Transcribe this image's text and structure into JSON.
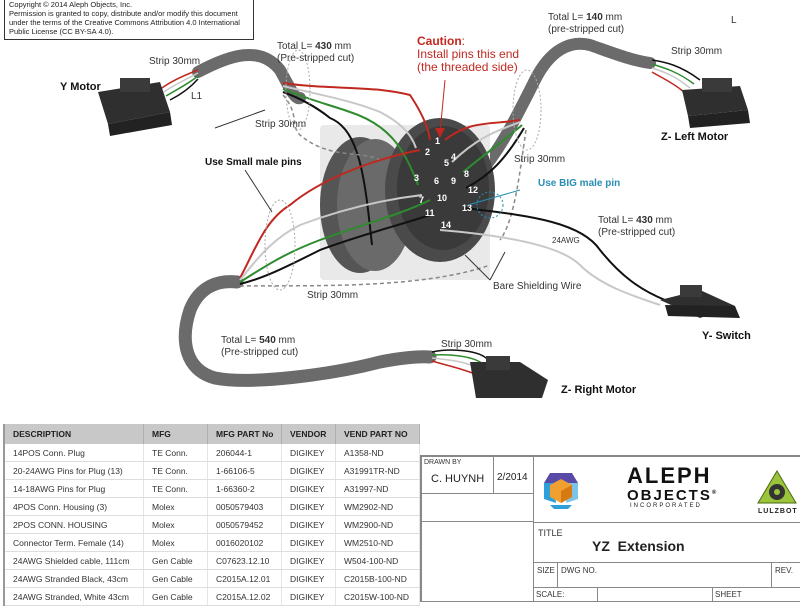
{
  "copyright": {
    "lines": [
      "Copyright © 2014 Aleph Objects, Inc.",
      "Permission is granted to copy, distribute and/or modify this document",
      "under the terms of the Creative Commons Attribution 4.0 International",
      "Public License (CC BY-SA 4.0)."
    ]
  },
  "connectors": {
    "y_motor": "Y Motor",
    "z_left_motor": "Z- Left Motor",
    "y_switch": "Y- Switch",
    "z_right_motor": "Z- Right Motor"
  },
  "annotations": {
    "strip": "Strip 30mm",
    "l1": "L1",
    "l_mark": "L",
    "total_prefix": "Total L= ",
    "mm_suffix": " mm",
    "len_y_motor": "430",
    "len_z_left": "140",
    "len_y_switch": "430",
    "len_z_right": "540",
    "pre_stripped": "(Pre-stripped cut)",
    "pre_stripped_lower": "(pre-stripped cut)",
    "caution_title": "Caution",
    "caution_colon": ":",
    "caution_line1": "Install pins this end",
    "caution_line2": "(the threaded side)",
    "small_pins": "Use Small male pins",
    "big_pin": "Use BIG male pin",
    "awg": "24AWG",
    "shielding": "Bare Shielding Wire"
  },
  "pins": [
    "1",
    "2",
    "3",
    "4",
    "5",
    "6",
    "7",
    "8",
    "9",
    "10",
    "11",
    "12",
    "13",
    "14"
  ],
  "wire_colors": {
    "red": "#c0281f",
    "white": "#c8c8c8",
    "green": "#2e8b2e",
    "black": "#111111",
    "cable": "#6b6b6b",
    "shield": "#888888",
    "caution": "#c0281f",
    "big_pin": "#2a8db3"
  },
  "bom": {
    "headers": [
      "DESCRIPTION",
      "MFG",
      "MFG PART No",
      "VENDOR",
      "VEND PART NO"
    ],
    "rows": [
      [
        "14POS Conn. Plug",
        "TE Conn.",
        "206044-1",
        "DIGIKEY",
        "A1358-ND"
      ],
      [
        "20-24AWG Pins for Plug (13)",
        "TE Conn.",
        "1-66106-5",
        "DIGIKEY",
        "A31991TR-ND"
      ],
      [
        "14-18AWG Pins for Plug",
        "TE Conn.",
        "1-66360-2",
        "DIGIKEY",
        "A31997-ND"
      ],
      [
        "4POS Conn. Housing (3)",
        "Molex",
        "0050579403",
        "DIGIKEY",
        "WM2902-ND"
      ],
      [
        "2POS CONN. HOUSING",
        "Molex",
        "0050579452",
        "DIGIKEY",
        "WM2900-ND"
      ],
      [
        "Connector Term. Female (14)",
        "Molex",
        "0016020102",
        "DIGIKEY",
        "WM2510-ND"
      ],
      [
        "24AWG Shielded cable, 111cm",
        "Gen Cable",
        "C07623.12.10",
        "DIGIKEY",
        "W504-100-ND"
      ],
      [
        "24AWG Stranded Black, 43cm",
        "Gen Cable",
        "C2015A.12.01",
        "DIGIKEY",
        "C2015B-100-ND"
      ],
      [
        "24AWG Stranded, White 43cm",
        "Gen Cable",
        "C2015A.12.02",
        "DIGIKEY",
        "C2015W-100-ND"
      ]
    ]
  },
  "title_block": {
    "drawn_by_label": "DRAWN BY",
    "drawn_by": "C. HUYNH",
    "date": "2/2014",
    "company_line1": "ALEPH",
    "company_line2": "OBJECTS",
    "company_reg": "®",
    "company_line3": "INCORPORATED",
    "brand": "LULZBOT",
    "title_label": "TITLE",
    "title": "YZ  Extension",
    "size_label": "SIZE",
    "dwg_label": "DWG NO.",
    "rev_label": "REV.",
    "scale_label": "SCALE:",
    "sheet_label": "SHEET"
  }
}
